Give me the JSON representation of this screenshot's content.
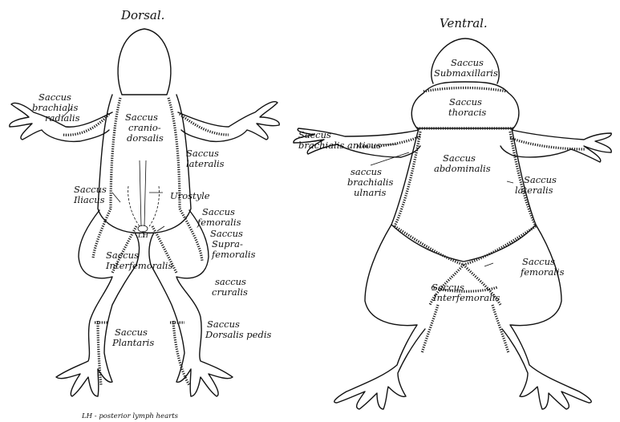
{
  "titles": {
    "dorsal": "Dorsal.",
    "ventral": "Ventral."
  },
  "dorsal_labels": {
    "brachialis_radialis": [
      "Saccus",
      "brachialis",
      "radialis"
    ],
    "craniodorsalis": [
      "Saccus",
      "cranio-",
      "dorsalis"
    ],
    "lateralis": [
      "Saccus",
      "lateralis"
    ],
    "iliacus": [
      "Saccus",
      "Iliacus"
    ],
    "urostyle": "Urostyle",
    "femoralis": [
      "Saccus",
      "femoralis"
    ],
    "suprafemoralis": [
      "Saccus",
      "Supra-",
      "femoralis"
    ],
    "lh": "LH",
    "interfemoralis": [
      "Saccus",
      "Interfemoralis"
    ],
    "cruralis": [
      "saccus",
      "cruralis"
    ],
    "plantaris": [
      "Saccus",
      "Plantaris"
    ],
    "dorsalis_pedis": [
      "Saccus",
      "Dorsalis pedis"
    ]
  },
  "ventral_labels": {
    "submaxillaris": [
      "Saccus",
      "Submaxillaris"
    ],
    "thoracis": [
      "Saccus",
      "thoracis"
    ],
    "brachialis_anticus": [
      "Saccus",
      "brachialis anticus"
    ],
    "abdominalis": [
      "Saccus",
      "abdominalis"
    ],
    "brachialis_ulnaris": [
      "saccus",
      "brachialis",
      "ulnaris"
    ],
    "lateralis": [
      "Saccus",
      "lateralis"
    ],
    "femoralis": [
      "Saccus",
      "femoralis"
    ],
    "interfemoralis": [
      "Saccus",
      "Interfemoralis"
    ]
  },
  "footnote": "LH - posterior lymph hearts"
}
